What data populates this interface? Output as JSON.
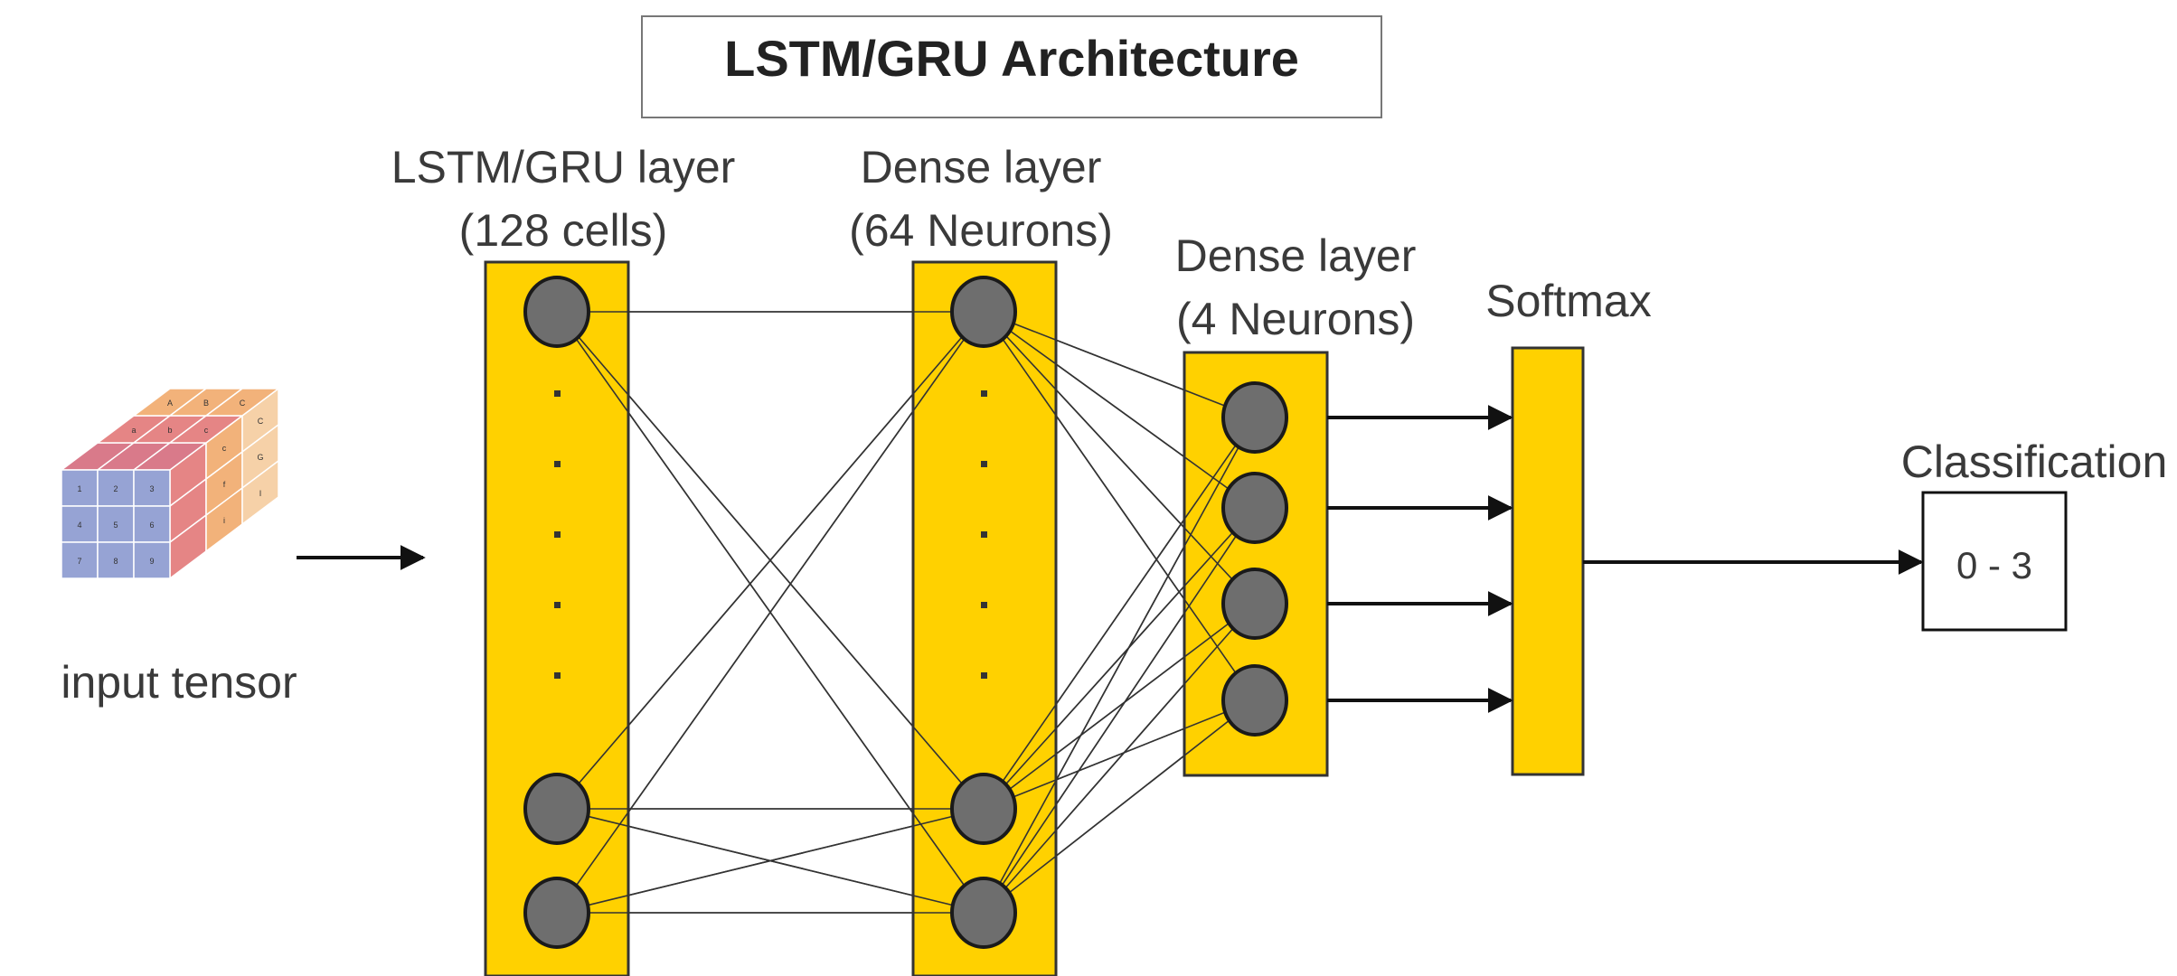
{
  "title": "LSTM/GRU Architecture",
  "input": {
    "label": "input tensor"
  },
  "layers": [
    {
      "id": "lstm",
      "name": "LSTM/GRU layer",
      "detail": "(128 cells)"
    },
    {
      "id": "dense64",
      "name": "Dense layer",
      "detail": "(64 Neurons)"
    },
    {
      "id": "dense4",
      "name": "Dense layer",
      "detail": "(4 Neurons)"
    },
    {
      "id": "softmax",
      "name": "Softmax"
    }
  ],
  "output": {
    "label": "Classification",
    "value": "0 - 3"
  },
  "colors": {
    "layer_fill": "#FFD100",
    "neuron_fill": "#6E6E6E",
    "line": "#333333"
  },
  "cube": {
    "front": [
      "1",
      "2",
      "3",
      "4",
      "5",
      "6",
      "7",
      "8",
      "9"
    ],
    "top": [
      "A",
      "B",
      "C",
      "a",
      "b",
      "c"
    ],
    "side": [
      "c",
      "C",
      "f",
      "G",
      "i",
      "I"
    ]
  }
}
